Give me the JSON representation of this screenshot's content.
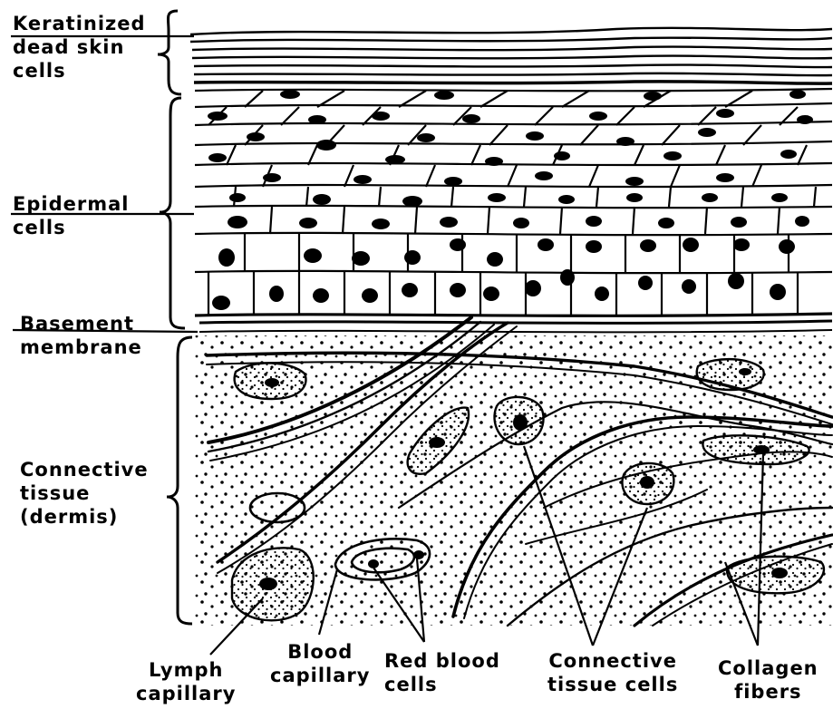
{
  "labels": {
    "keratinized": {
      "line1": "Keratinized",
      "line2": "dead skin",
      "line3": "cells"
    },
    "epidermal": {
      "line1": "Epidermal",
      "line2": "cells"
    },
    "basement": {
      "line1": "Basement",
      "line2": "membrane"
    },
    "connective": {
      "line1": "Connective",
      "line2": "tissue",
      "line3": "(dermis)"
    },
    "lymph": {
      "line1": "Lymph",
      "line2": "capillary"
    },
    "blood_capillary": {
      "line1": "Blood",
      "line2": "capillary"
    },
    "red_blood": {
      "line1": "Red blood",
      "line2": "cells"
    },
    "connective_cells": {
      "line1": "Connective",
      "line2": "tissue cells"
    },
    "collagen": {
      "line1": "Collagen",
      "line2": "fibers"
    }
  }
}
